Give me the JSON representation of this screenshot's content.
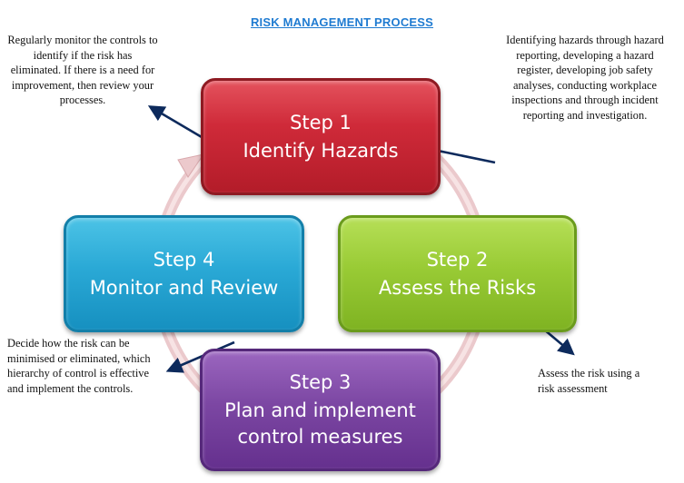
{
  "title": "RISK MANAGEMENT PROCESS",
  "steps": [
    {
      "label": "Step 1",
      "text": "Identify Hazards",
      "color": "#cf2a39"
    },
    {
      "label": "Step 2",
      "text": "Assess the Risks",
      "color": "#99cb35"
    },
    {
      "label": "Step 3",
      "text": "Plan and implement control measures",
      "color": "#7c47a3"
    },
    {
      "label": "Step 4",
      "text": "Monitor and Review",
      "color": "#2aa9d6"
    }
  ],
  "notes": {
    "top_left": "Regularly monitor the controls to identify if the risk has eliminated. If there is a need for improvement, then review your processes.",
    "top_right": "Identifying hazards through hazard reporting, developing a hazard register, developing job safety analyses, conducting workplace inspections and through incident reporting and investigation.",
    "bottom_left": "Decide how the risk can be minimised or eliminated, which hierarchy of control is effective and implement the controls.",
    "bottom_right": "Assess the risk using a risk assessment"
  },
  "colors": {
    "arrow": "#0d2a5c",
    "cycle": "#e9c3c6",
    "title": "#1f7bd1"
  }
}
